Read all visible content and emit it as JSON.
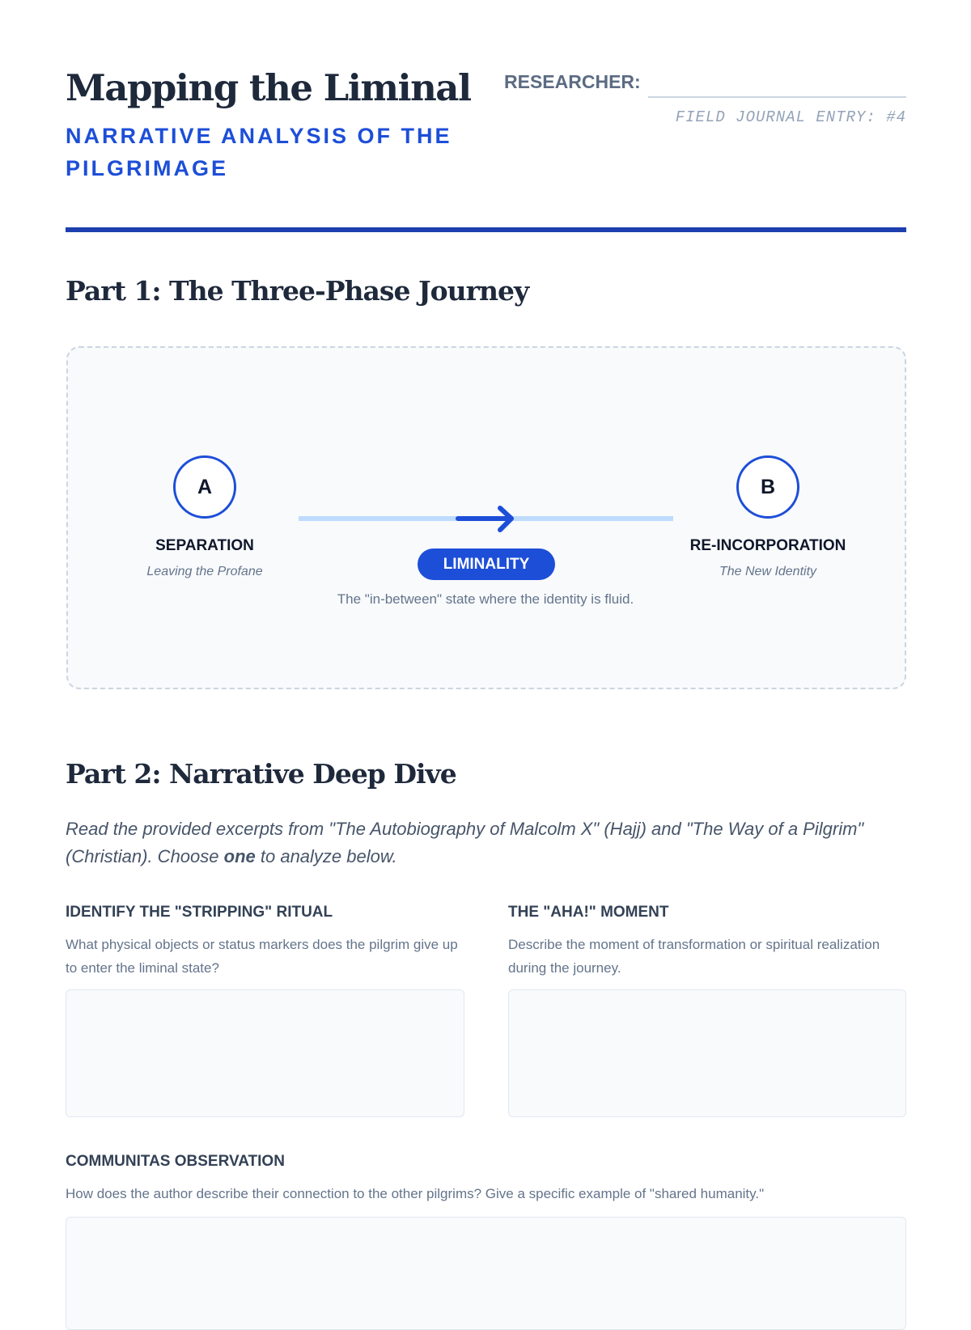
{
  "header": {
    "title": "Mapping the Liminal",
    "subtitle": "NARRATIVE ANALYSIS OF THE PILGRIMAGE",
    "researcher_label": "RESEARCHER:",
    "researcher_value": "",
    "entry": "FIELD JOURNAL ENTRY: #4"
  },
  "part1": {
    "heading": "Part 1: The Three-Phase Journey",
    "start": {
      "letter": "A",
      "name": "SEPARATION",
      "sub": "Leaving the Profane"
    },
    "middle": {
      "name": "LIMINALITY",
      "desc": "The \"in-between\" state where the identity is fluid."
    },
    "end": {
      "letter": "B",
      "name": "RE-INCORPORATION",
      "sub": "The New Identity"
    }
  },
  "part2": {
    "heading": "Part 2: Narrative Deep Dive",
    "intro_a": "Read the provided excerpts from \"The Autobiography of Malcolm X\" (Hajj) and \"The Way of a Pilgrim\" (Christian). Choose ",
    "intro_bold": "one",
    "intro_b": " to analyze below.",
    "q1": {
      "label": "IDENTIFY THE \"STRIPPING\" RITUAL",
      "desc": "What physical objects or status markers does the pilgrim give up to enter the liminal state?",
      "answer": ""
    },
    "q2": {
      "label": "THE \"AHA!\" MOMENT",
      "desc": "Describe the moment of transformation or spiritual realization during the journey.",
      "answer": ""
    },
    "q3": {
      "label": "COMMUNITAS OBSERVATION",
      "desc": "How does the author describe their connection to the other pilgrims? Give a specific example of \"shared humanity.\"",
      "answer": ""
    }
  }
}
